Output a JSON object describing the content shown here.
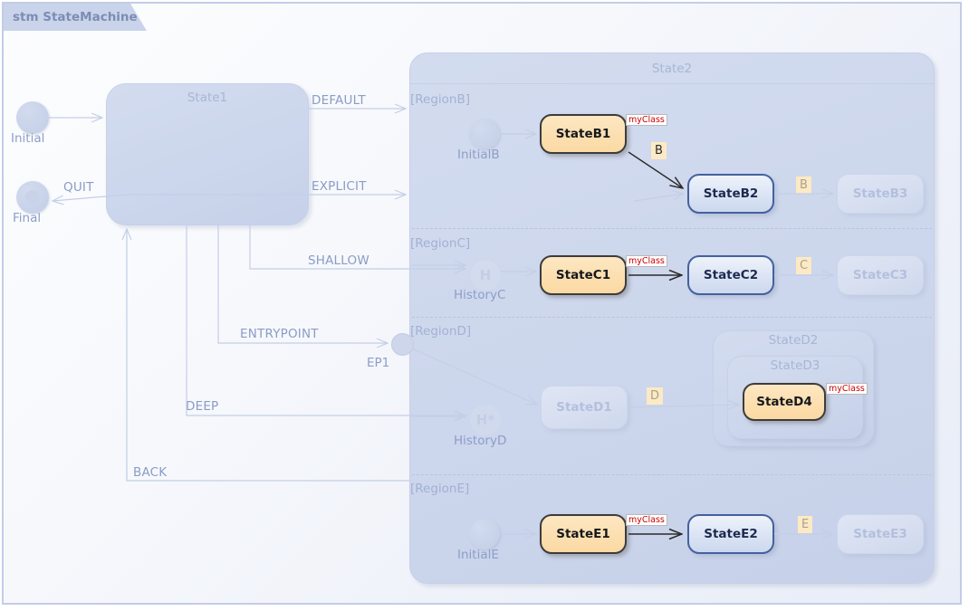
{
  "frame": {
    "title": "stm StateMachine"
  },
  "pseudostates": [
    {
      "name": "Initial",
      "label": "Initial",
      "kind": "initial-pseudostate"
    },
    {
      "name": "Final",
      "label": "Final",
      "kind": "final-state"
    },
    {
      "name": "InitialB",
      "label": "InitialB",
      "kind": "initial-pseudostate"
    },
    {
      "name": "HistoryC",
      "label": "HistoryC",
      "kind": "shallow-history",
      "glyph": "H"
    },
    {
      "name": "HistoryD",
      "label": "HistoryD",
      "kind": "deep-history",
      "glyph": "H*"
    },
    {
      "name": "InitialE",
      "label": "InitialE",
      "kind": "initial-pseudostate"
    },
    {
      "name": "EP1",
      "label": "EP1",
      "kind": "entry-point"
    }
  ],
  "states": {
    "state1": {
      "label": "State1"
    },
    "state2": {
      "label": "State2"
    },
    "regions": [
      {
        "label": "[RegionB]"
      },
      {
        "label": "[RegionC]"
      },
      {
        "label": "[RegionD]"
      },
      {
        "label": "[RegionE]"
      }
    ],
    "regionB": [
      {
        "label": "StateB1",
        "style": "selected",
        "stereotype": "myClass"
      },
      {
        "label": "StateB2",
        "style": "blue"
      },
      {
        "label": "StateB3",
        "style": "pale"
      }
    ],
    "regionC": [
      {
        "label": "StateC1",
        "style": "selected",
        "stereotype": "myClass"
      },
      {
        "label": "StateC2",
        "style": "blue"
      },
      {
        "label": "StateC3",
        "style": "pale"
      }
    ],
    "regionD": [
      {
        "label": "StateD1",
        "style": "pale"
      },
      {
        "label": "StateD2",
        "style": "ghost"
      },
      {
        "label": "StateD3",
        "style": "ghost"
      },
      {
        "label": "StateD4",
        "style": "selected",
        "stereotype": "myClass"
      }
    ],
    "regionE": [
      {
        "label": "StateE1",
        "style": "selected",
        "stereotype": "myClass"
      },
      {
        "label": "StateE2",
        "style": "blue"
      },
      {
        "label": "StateE3",
        "style": "pale"
      }
    ]
  },
  "transitions": [
    {
      "label": "DEFAULT",
      "from": "State1",
      "to": "RegionB"
    },
    {
      "label": "EXPLICIT",
      "from": "State1",
      "to": "State2"
    },
    {
      "label": "SHALLOW",
      "from": "State1",
      "to": "HistoryC"
    },
    {
      "label": "ENTRYPOINT",
      "from": "State1",
      "to": "EP1"
    },
    {
      "label": "DEEP",
      "from": "State1",
      "to": "HistoryD"
    },
    {
      "label": "BACK",
      "from": "State2",
      "to": "State1"
    },
    {
      "label": "QUIT",
      "from": "State1",
      "to": "Final"
    }
  ],
  "triggers": [
    {
      "label": "B",
      "on": "StateB1-to-StateB2",
      "emphasis": "dark"
    },
    {
      "label": "B",
      "on": "StateB2-to-StateB3",
      "emphasis": "pale"
    },
    {
      "label": "C",
      "on": "StateC2-to-StateC3",
      "emphasis": "pale"
    },
    {
      "label": "D",
      "on": "StateD1-to-StateD4",
      "emphasis": "pale"
    },
    {
      "label": "E",
      "on": "StateE2-to-StateE3",
      "emphasis": "pale"
    }
  ],
  "colors": {
    "frame_border": "#c3cde8",
    "title_tab": "#c9d3ea",
    "label_blue": "#8d9ec7",
    "selected_fill": "#fcdfb0",
    "selected_border": "#3c3c3c",
    "blue_border": "#44619e",
    "stereotype_text": "#cc0000",
    "chip_fill": "#fdeac4"
  }
}
